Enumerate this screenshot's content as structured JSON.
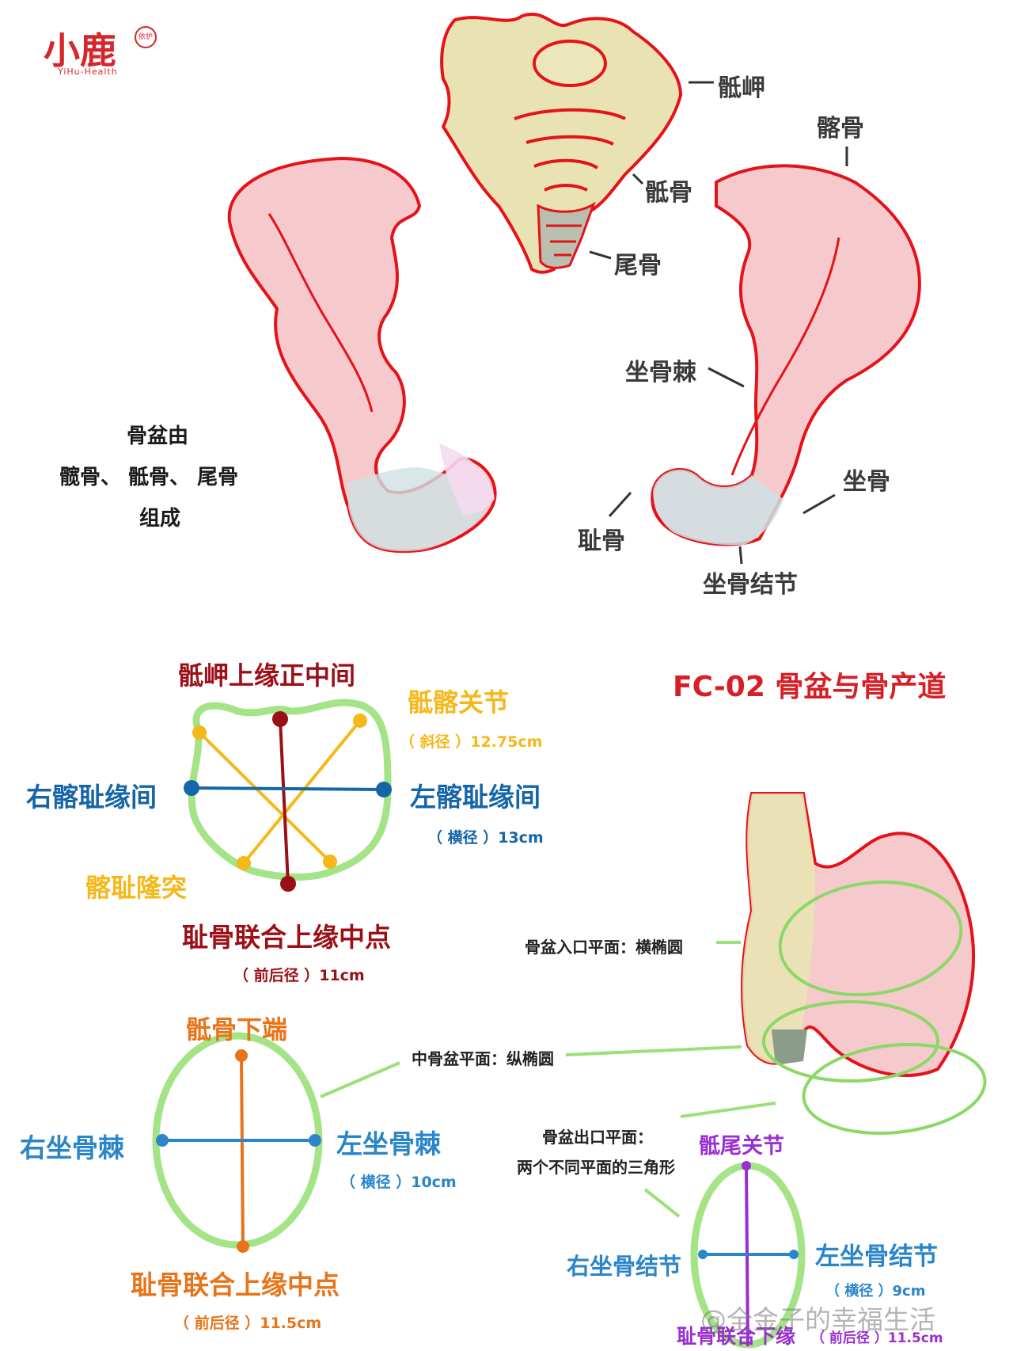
{
  "brand": {
    "name": "小鹿",
    "badge": "依护",
    "subtitle": "YiHu-Health",
    "color": "#d6262b"
  },
  "title": "FC-02 骨盆与骨产道",
  "anatomy_labels": {
    "sacral_promontory": "骶岬",
    "ilium": "髂骨",
    "sacrum": "骶骨",
    "coccyx": "尾骨",
    "ischial_spine": "坐骨棘",
    "ischium": "坐骨",
    "pubis": "耻骨",
    "ischial_tuberosity": "坐骨结节"
  },
  "composition": {
    "line1": "骨盆由",
    "line2": "髋骨、 骶骨、 尾骨",
    "line3": "组成"
  },
  "inlet": {
    "top": "骶岬上缘正中间",
    "oblique_joint": "骶髂关节",
    "oblique_value": "（ 斜径 ）12.75cm",
    "right": "右髂耻缘间",
    "left": "左髂耻缘间",
    "transverse_value": "（ 横径 ）13cm",
    "eminence": "髂耻隆突",
    "bottom": "耻骨联合上缘中点",
    "ap_value": "（ 前后径 ）11cm",
    "plane_note": "骨盆入口平面：横椭圆"
  },
  "mid": {
    "top": "骶骨下端",
    "right": "右坐骨棘",
    "left": "左坐骨棘",
    "transverse_value": "（ 横径 ）10cm",
    "bottom": "耻骨联合上缘中点",
    "ap_value": "（ 前后径 ）11.5cm",
    "plane_note": "中骨盆平面：纵椭圆"
  },
  "outlet": {
    "plane_note_1": "骨盆出口平面：",
    "plane_note_2": "两个不同平面的三角形",
    "top": "骶尾关节",
    "right": "右坐骨结节",
    "left": "左坐骨结节",
    "transverse_value": "（ 横径 ）9cm",
    "bottom": "耻骨联合下缘",
    "ap_value": "（ 前后径 ）11.5cm"
  },
  "watermark": "@全金子的幸福生活",
  "colors": {
    "bone_fill": "#f6c9cc",
    "bone_outline": "#e5121a",
    "sacrum_fill": "#e9e3b4",
    "ring_green": "#9be07a",
    "dark_red": "#9b0f17",
    "yellow": "#f4b81a",
    "blue": "#1565a8",
    "orange": "#e8741a",
    "light_blue": "#2b86c9",
    "purple": "#9a2fd0"
  }
}
